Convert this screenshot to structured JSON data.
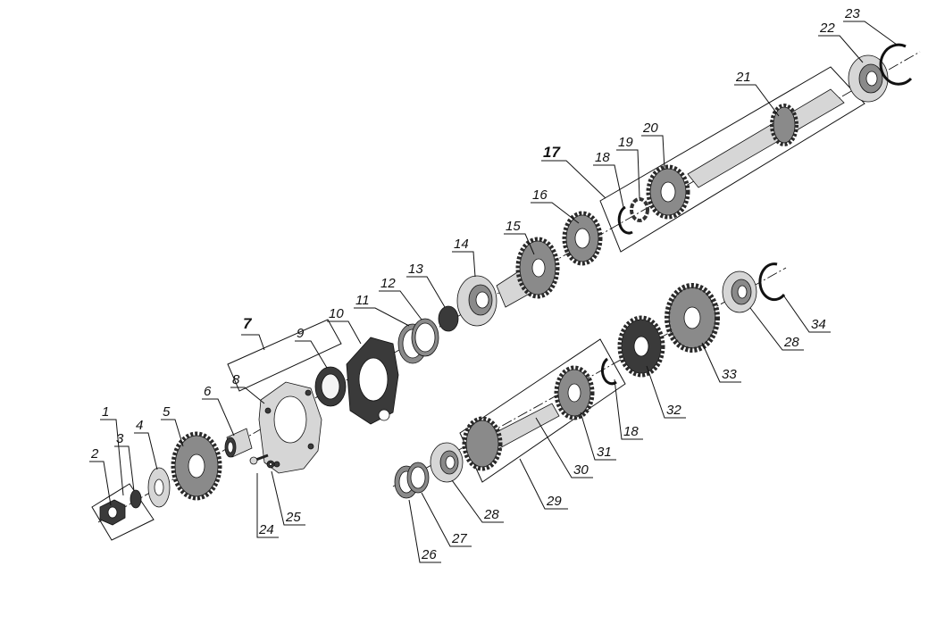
{
  "labels": {
    "l1": "1",
    "l2": "2",
    "l3": "3",
    "l4": "4",
    "l5": "5",
    "l6": "6",
    "l7": "7",
    "l8": "8",
    "l9": "9",
    "l10": "10",
    "l11": "11",
    "l12": "12",
    "l13": "13",
    "l14": "14",
    "l15": "15",
    "l16": "16",
    "l17": "17",
    "l18a": "18",
    "l19": "19",
    "l20": "20",
    "l21": "21",
    "l22": "22",
    "l23": "23",
    "l24": "24",
    "l25": "25",
    "l26": "26",
    "l27": "27",
    "l28a": "28",
    "l29": "29",
    "l30": "30",
    "l31": "31",
    "l18b": "18",
    "l32": "32",
    "l33": "33",
    "l28b": "28",
    "l34": "34"
  }
}
